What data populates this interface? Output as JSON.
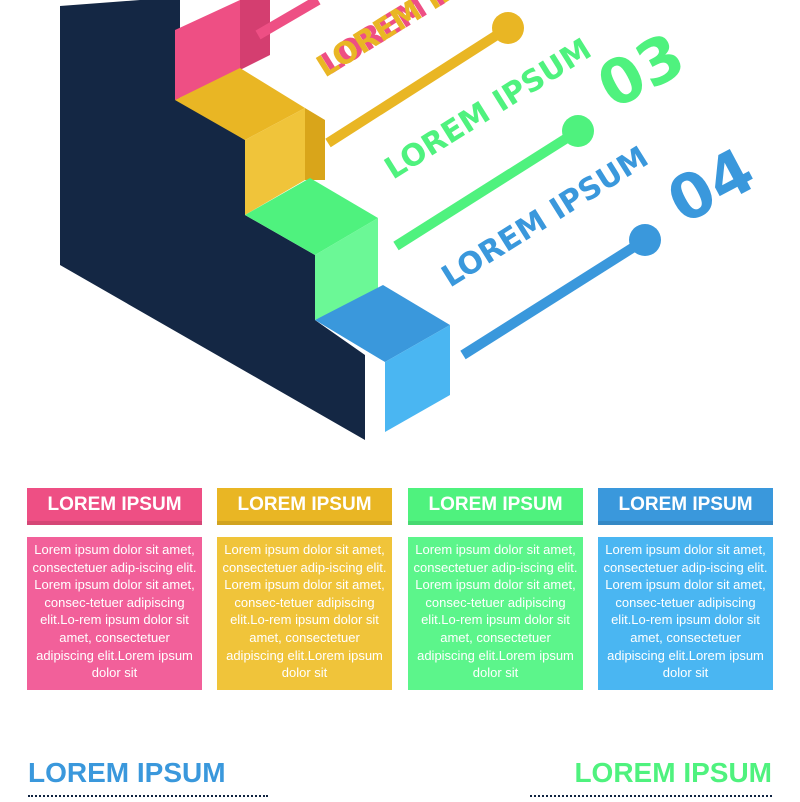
{
  "colors": {
    "navy": "#142744",
    "pink": "#ee4f84",
    "yellow": "#e9b624",
    "green": "#4ff27e",
    "blue": "#3a98dc",
    "lightblue": "#4ab6f2"
  },
  "steps": [
    {
      "label": "LOREM IPSUM",
      "number": "",
      "color": "#ee4f84"
    },
    {
      "label": "LOREM IPSUM",
      "number": "",
      "color": "#e9b624"
    },
    {
      "label": "LOREM IPSUM",
      "number": "03",
      "color": "#4ff27e"
    },
    {
      "label": "LOREM IPSUM",
      "number": "04",
      "color": "#3a98dc"
    }
  ],
  "cards": [
    {
      "title": "LOREM IPSUM",
      "body": "Lorem ipsum dolor sit amet, consectetuer adip-iscing elit. Lorem ipsum dolor sit amet, consec-tetuer adipiscing elit.Lo-rem ipsum dolor sit amet, consectetuer adipiscing elit.Lorem ipsum dolor sit",
      "head_color": "#ee4f84",
      "body_color": "#f2609a"
    },
    {
      "title": "LOREM IPSUM",
      "body": "Lorem ipsum dolor sit amet, consectetuer adip-iscing elit. Lorem ipsum dolor sit amet, consec-tetuer adipiscing elit.Lo-rem ipsum dolor sit amet, consectetuer adipiscing elit.Lorem ipsum dolor sit",
      "head_color": "#e9b624",
      "body_color": "#f0c43a"
    },
    {
      "title": "LOREM IPSUM",
      "body": "Lorem ipsum dolor sit amet, consectetuer adip-iscing elit. Lorem ipsum dolor sit amet, consec-tetuer adipiscing elit.Lo-rem ipsum dolor sit amet, consectetuer adipiscing elit.Lorem ipsum dolor sit",
      "head_color": "#4ff27e",
      "body_color": "#5cf58b"
    },
    {
      "title": "LOREM IPSUM",
      "body": "Lorem ipsum dolor sit amet, consectetuer adip-iscing elit. Lorem ipsum dolor sit amet, consec-tetuer adipiscing elit.Lo-rem ipsum dolor sit amet, consectetuer adipiscing elit.Lorem ipsum dolor sit",
      "head_color": "#3a98dc",
      "body_color": "#4ab6f2"
    }
  ],
  "footer": {
    "left_title": "LOREM IPSUM",
    "left_color": "#3a98dc",
    "right_title": "LOREM IPSUM",
    "right_color": "#4ff27e"
  }
}
